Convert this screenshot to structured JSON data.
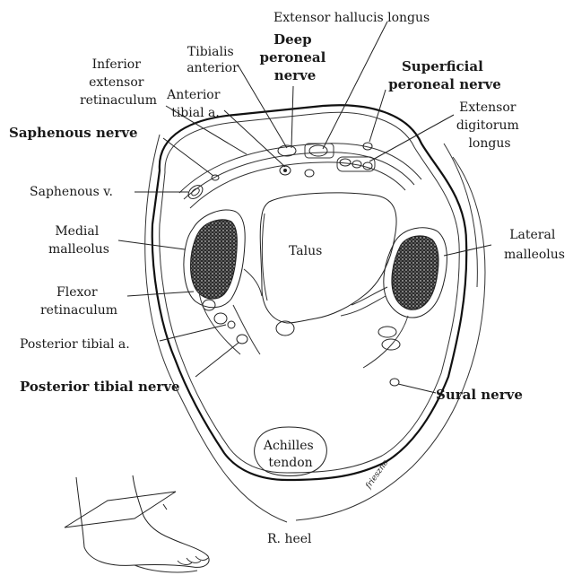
{
  "labels": {
    "extensor_hallucis_longus": "Extensor hallucis longus",
    "deep_peroneal_nerve": [
      "Deep",
      "peroneal",
      "nerve"
    ],
    "tibialis_anterior": [
      "Tibialis",
      "anterior"
    ],
    "inferior_extensor_retinaculum": [
      "Inferior",
      "extensor",
      "retinaculum"
    ],
    "anterior_tibial_artery": [
      "Anterior",
      "tibial a."
    ],
    "superficial_peroneal_nerve": [
      "Superficial",
      "peroneal nerve"
    ],
    "extensor_digitorum_longus": [
      "Extensor",
      "digitorum",
      "longus"
    ],
    "saphenous_nerve": "Saphenous nerve",
    "saphenous_vein": "Saphenous v.",
    "medial_malleolus": [
      "Medial",
      "malleolus"
    ],
    "talus": "Talus",
    "lateral_malleolus": [
      "Lateral",
      "malleolus"
    ],
    "flexor_retinaculum": [
      "Flexor",
      "retinaculum"
    ],
    "posterior_tibial_artery": "Posterior tibial a.",
    "posterior_tibial_nerve": "Posterior tibial nerve",
    "sural_nerve": "Sural nerve",
    "achilles_tendon": [
      "Achilles",
      "tendon"
    ],
    "heel": "R. heel"
  },
  "colors": {
    "ink": "#1a1a1a",
    "bone": "#2b2b2b",
    "background": "#ffffff"
  }
}
